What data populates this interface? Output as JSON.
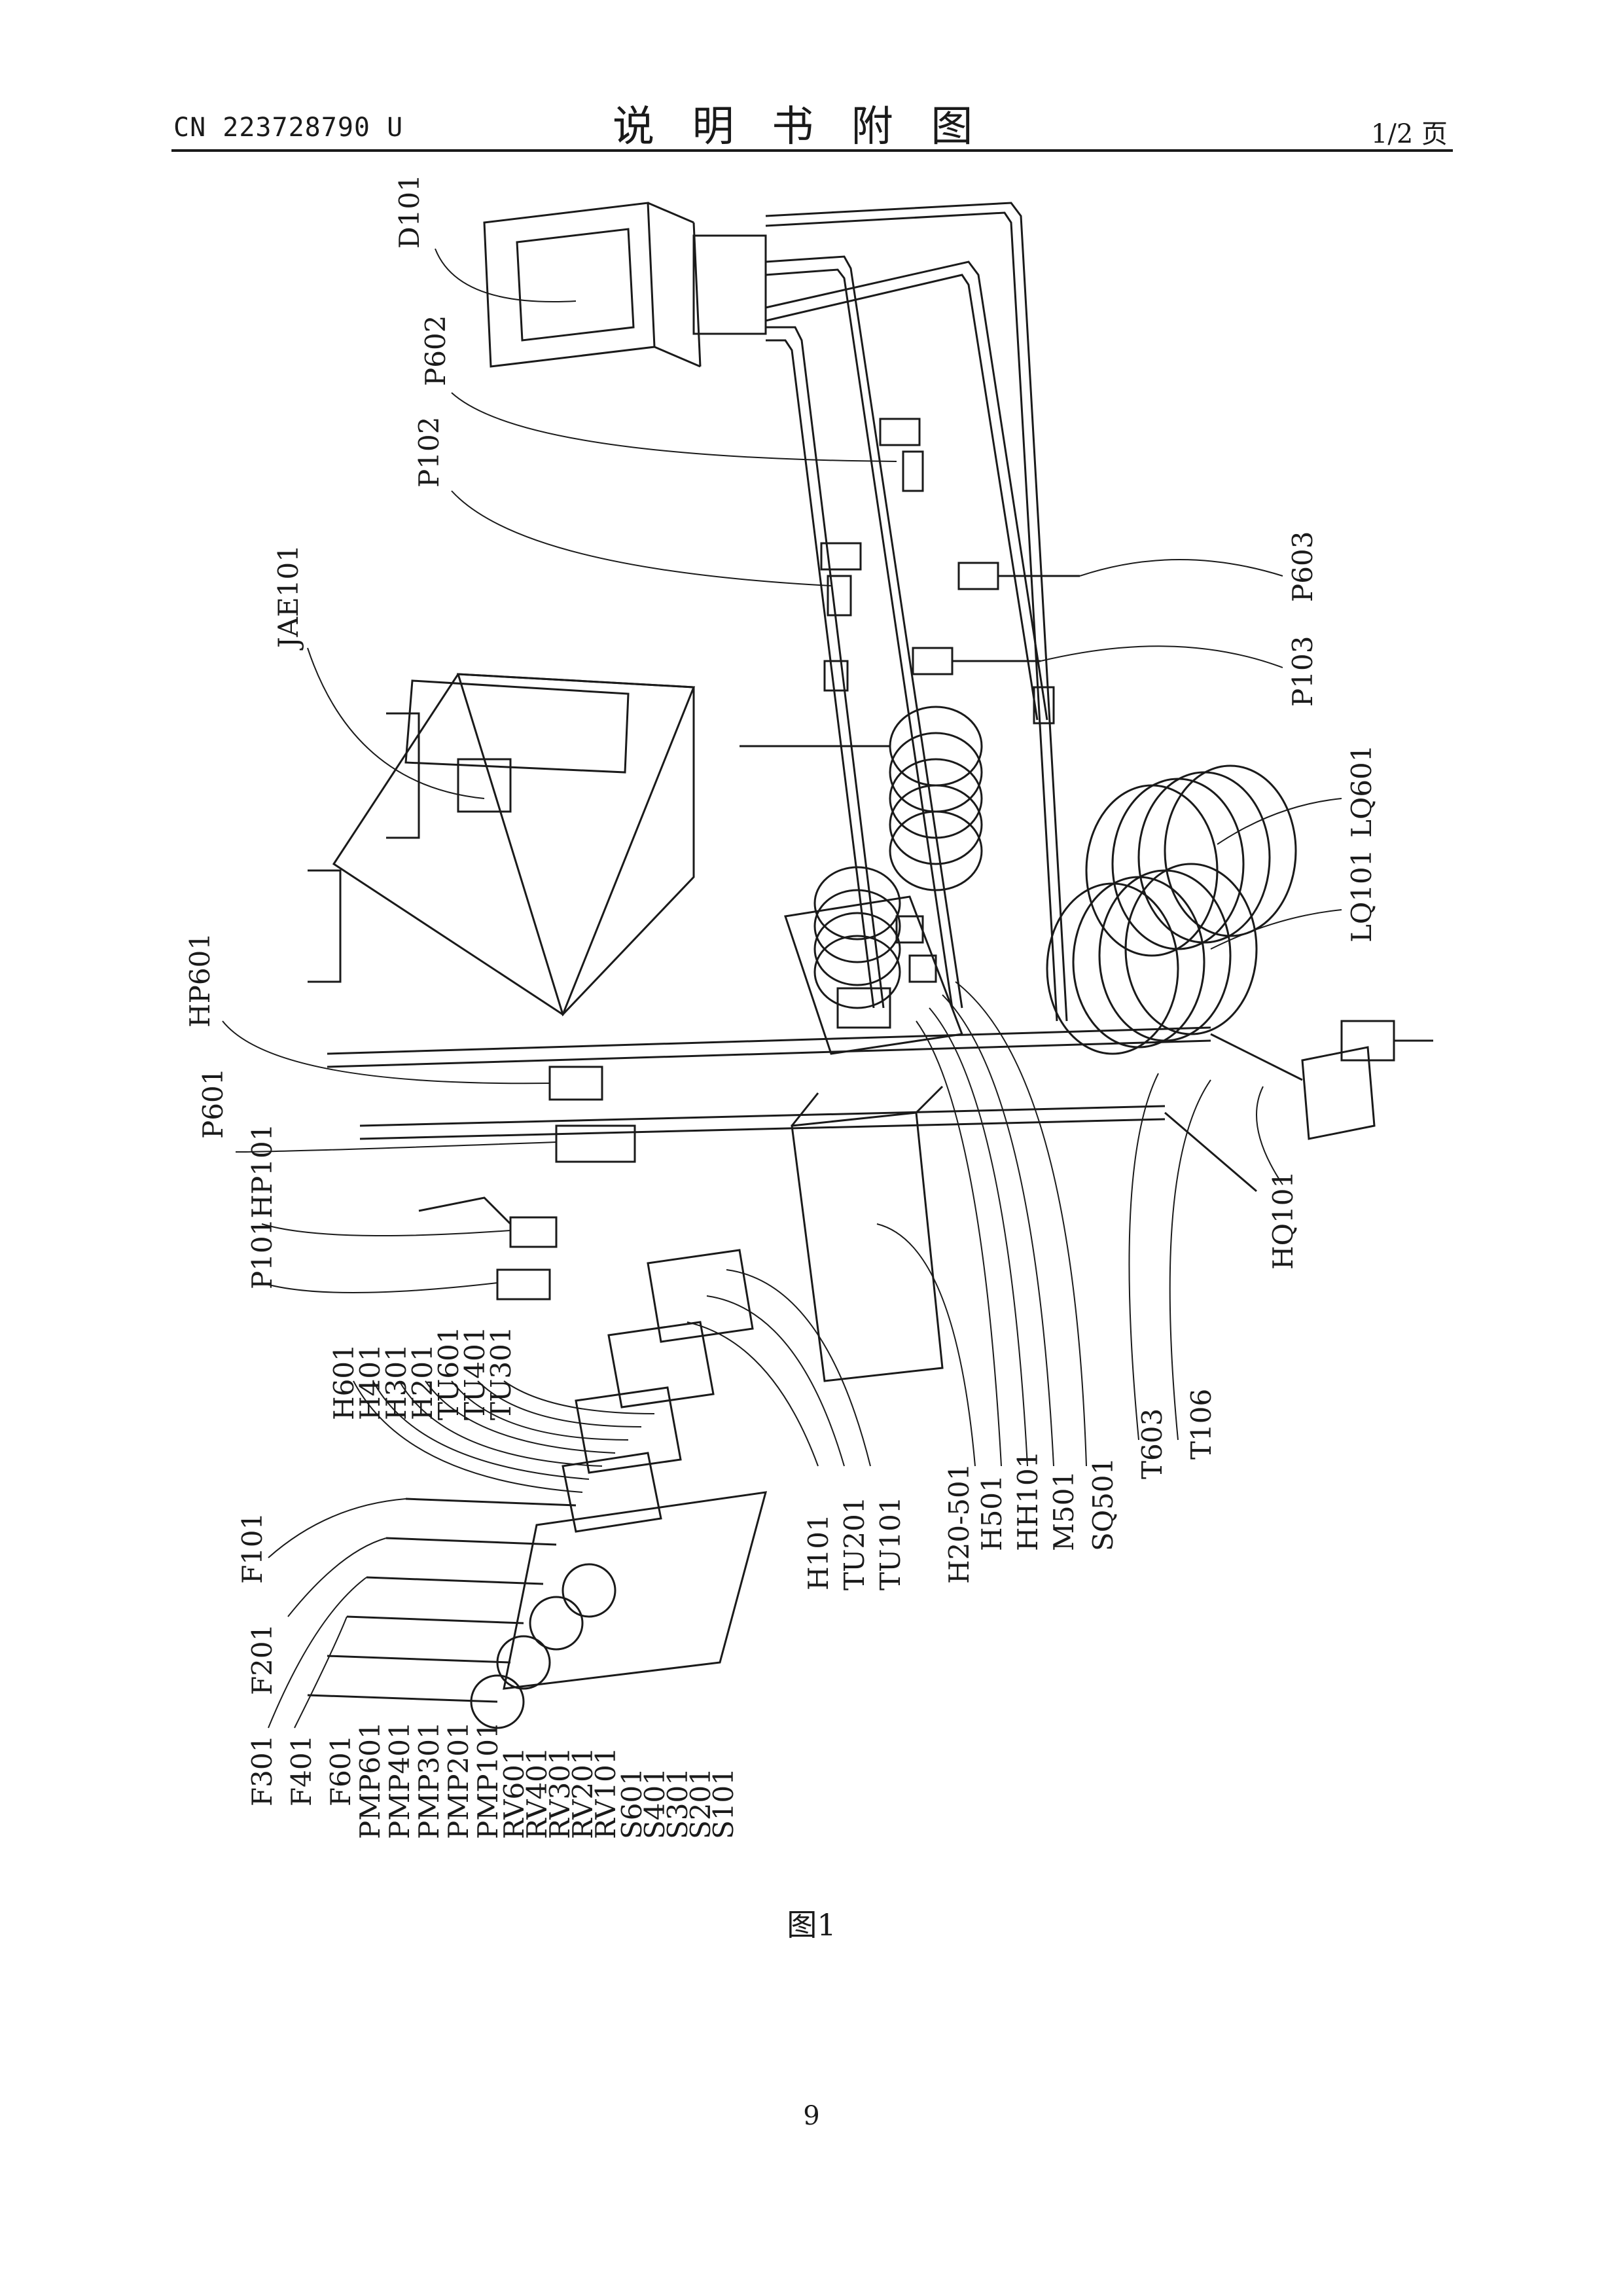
{
  "header": {
    "doc_number": "CN 223728790 U",
    "title": "说明书附图",
    "page_of": "1/2 页"
  },
  "figure": {
    "caption": "图1",
    "labels": [
      "D101",
      "P602",
      "P102",
      "JAE101",
      "P603",
      "P103",
      "LQ601",
      "LQ101",
      "HP601",
      "P601",
      "P101HP101",
      "H601",
      "H401",
      "H301",
      "H201",
      "TU601",
      "TU401",
      "TU301",
      "F101",
      "F201",
      "F301",
      "F401",
      "F601",
      "PMP601",
      "PMP401",
      "PMP301",
      "PMP201",
      "PMP101",
      "RV601",
      "RV401",
      "RV301",
      "RV201",
      "RV101",
      "S601",
      "S401",
      "S301",
      "S201",
      "S101",
      "H101",
      "TU201",
      "TU101",
      "H20-501",
      "H501",
      "HH101",
      "M501",
      "SQ501",
      "T603",
      "T106",
      "HQ101"
    ]
  },
  "footer": {
    "page_number": "9"
  }
}
